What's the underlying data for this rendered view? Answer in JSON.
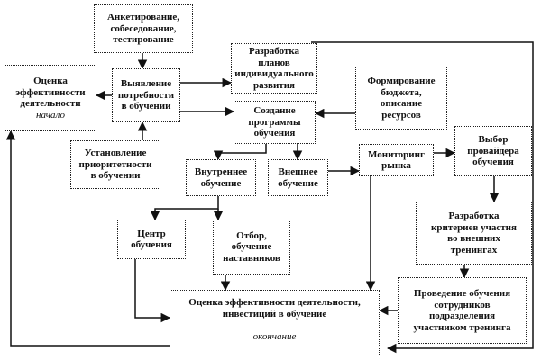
{
  "nodes": {
    "survey": {
      "lines": [
        "Анкетирование,",
        "собеседование,",
        "тестирование"
      ]
    },
    "evaluation": {
      "lines": [
        "Оценка",
        "эффективности",
        "деятельности"
      ],
      "start": "начало"
    },
    "needs": {
      "lines": [
        "Выявление",
        "потребности",
        "в обучении"
      ]
    },
    "priority": {
      "lines": [
        "Установление",
        "приоритетности",
        "в обучении"
      ]
    },
    "ipr": {
      "lines": [
        "Разработка планов",
        "индивидуального",
        "развития"
      ]
    },
    "budget": {
      "lines": [
        "Формирование",
        "бюджета,",
        "описание",
        "ресурсов"
      ]
    },
    "programs": {
      "lines": [
        "Создание",
        "программы",
        "обучения"
      ]
    },
    "internal": {
      "lines": [
        "Внутреннее",
        "обучение"
      ]
    },
    "external": {
      "lines": [
        "Внешнее",
        "обучение"
      ]
    },
    "monitoring": {
      "lines": [
        "Мониторинг",
        "рынка"
      ]
    },
    "provider": {
      "lines": [
        "Выбор",
        "провайдера",
        "обучения"
      ]
    },
    "center": {
      "lines": [
        "Центр",
        "обучения"
      ]
    },
    "mentors": {
      "lines": [
        "Отбор,",
        "обучение",
        "наставников"
      ]
    },
    "criteria": {
      "lines": [
        "Разработка",
        "критериев участия",
        "во внешних",
        "тренингах"
      ]
    },
    "conduct": {
      "lines": [
        "Проведение обучения",
        "сотрудников",
        "подразделения",
        "участником тренинга"
      ]
    },
    "final": {
      "lines": [
        "Оценка эффективности деятельности,",
        "инвестиций в обучение"
      ],
      "end": "окончание"
    }
  }
}
